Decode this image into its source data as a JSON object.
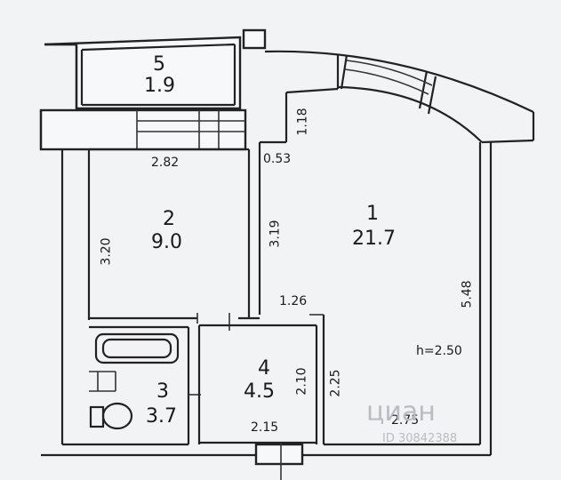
{
  "rooms": [
    {
      "number": "5",
      "area": "1.9"
    },
    {
      "number": "2",
      "area": "9.0"
    },
    {
      "number": "1",
      "area": "21.7"
    },
    {
      "number": "3",
      "area": "3.7"
    },
    {
      "number": "4",
      "area": "4.5"
    }
  ],
  "dimensions": {
    "d_118": "1.18",
    "d_282": "2.82",
    "d_053": "0.53",
    "d_320": "3.20",
    "d_319": "3.19",
    "d_548": "5.48",
    "d_126": "1.26",
    "d_250h": "h=2.50",
    "d_210": "2.10",
    "d_225": "2.25",
    "d_215": "2.15",
    "d_275": "2.75"
  },
  "watermark": {
    "brand": "циан",
    "code": "ID 30842388"
  }
}
